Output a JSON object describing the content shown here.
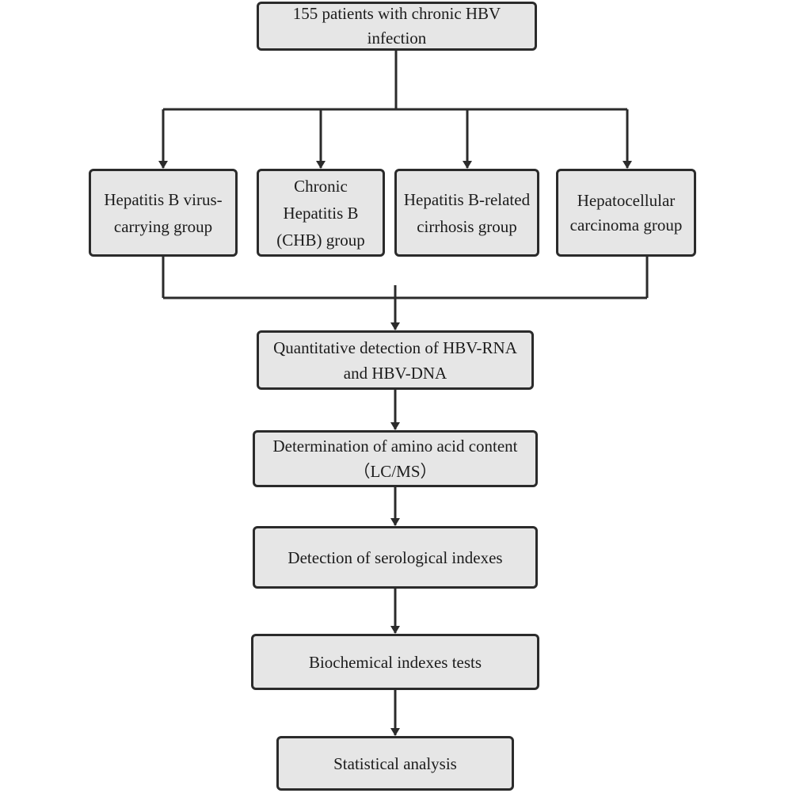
{
  "flowchart": {
    "start": "155 patients with chronic HBV infection",
    "groups": [
      "Hepatitis B virus-carrying group",
      "Chronic Hepatitis B (CHB) group",
      "Hepatitis B-related cirrhosis group",
      "Hepatocellular carcinoma group"
    ],
    "steps": [
      "Quantitative detection of HBV-RNA and HBV-DNA",
      "Determination of amino acid content（LC/MS）",
      "Detection of serological indexes",
      "Biochemical indexes tests",
      "Statistical analysis"
    ]
  },
  "colors": {
    "box_fill": "#e6e6e6",
    "box_border": "#2b2b2b",
    "line": "#2b2b2b"
  }
}
